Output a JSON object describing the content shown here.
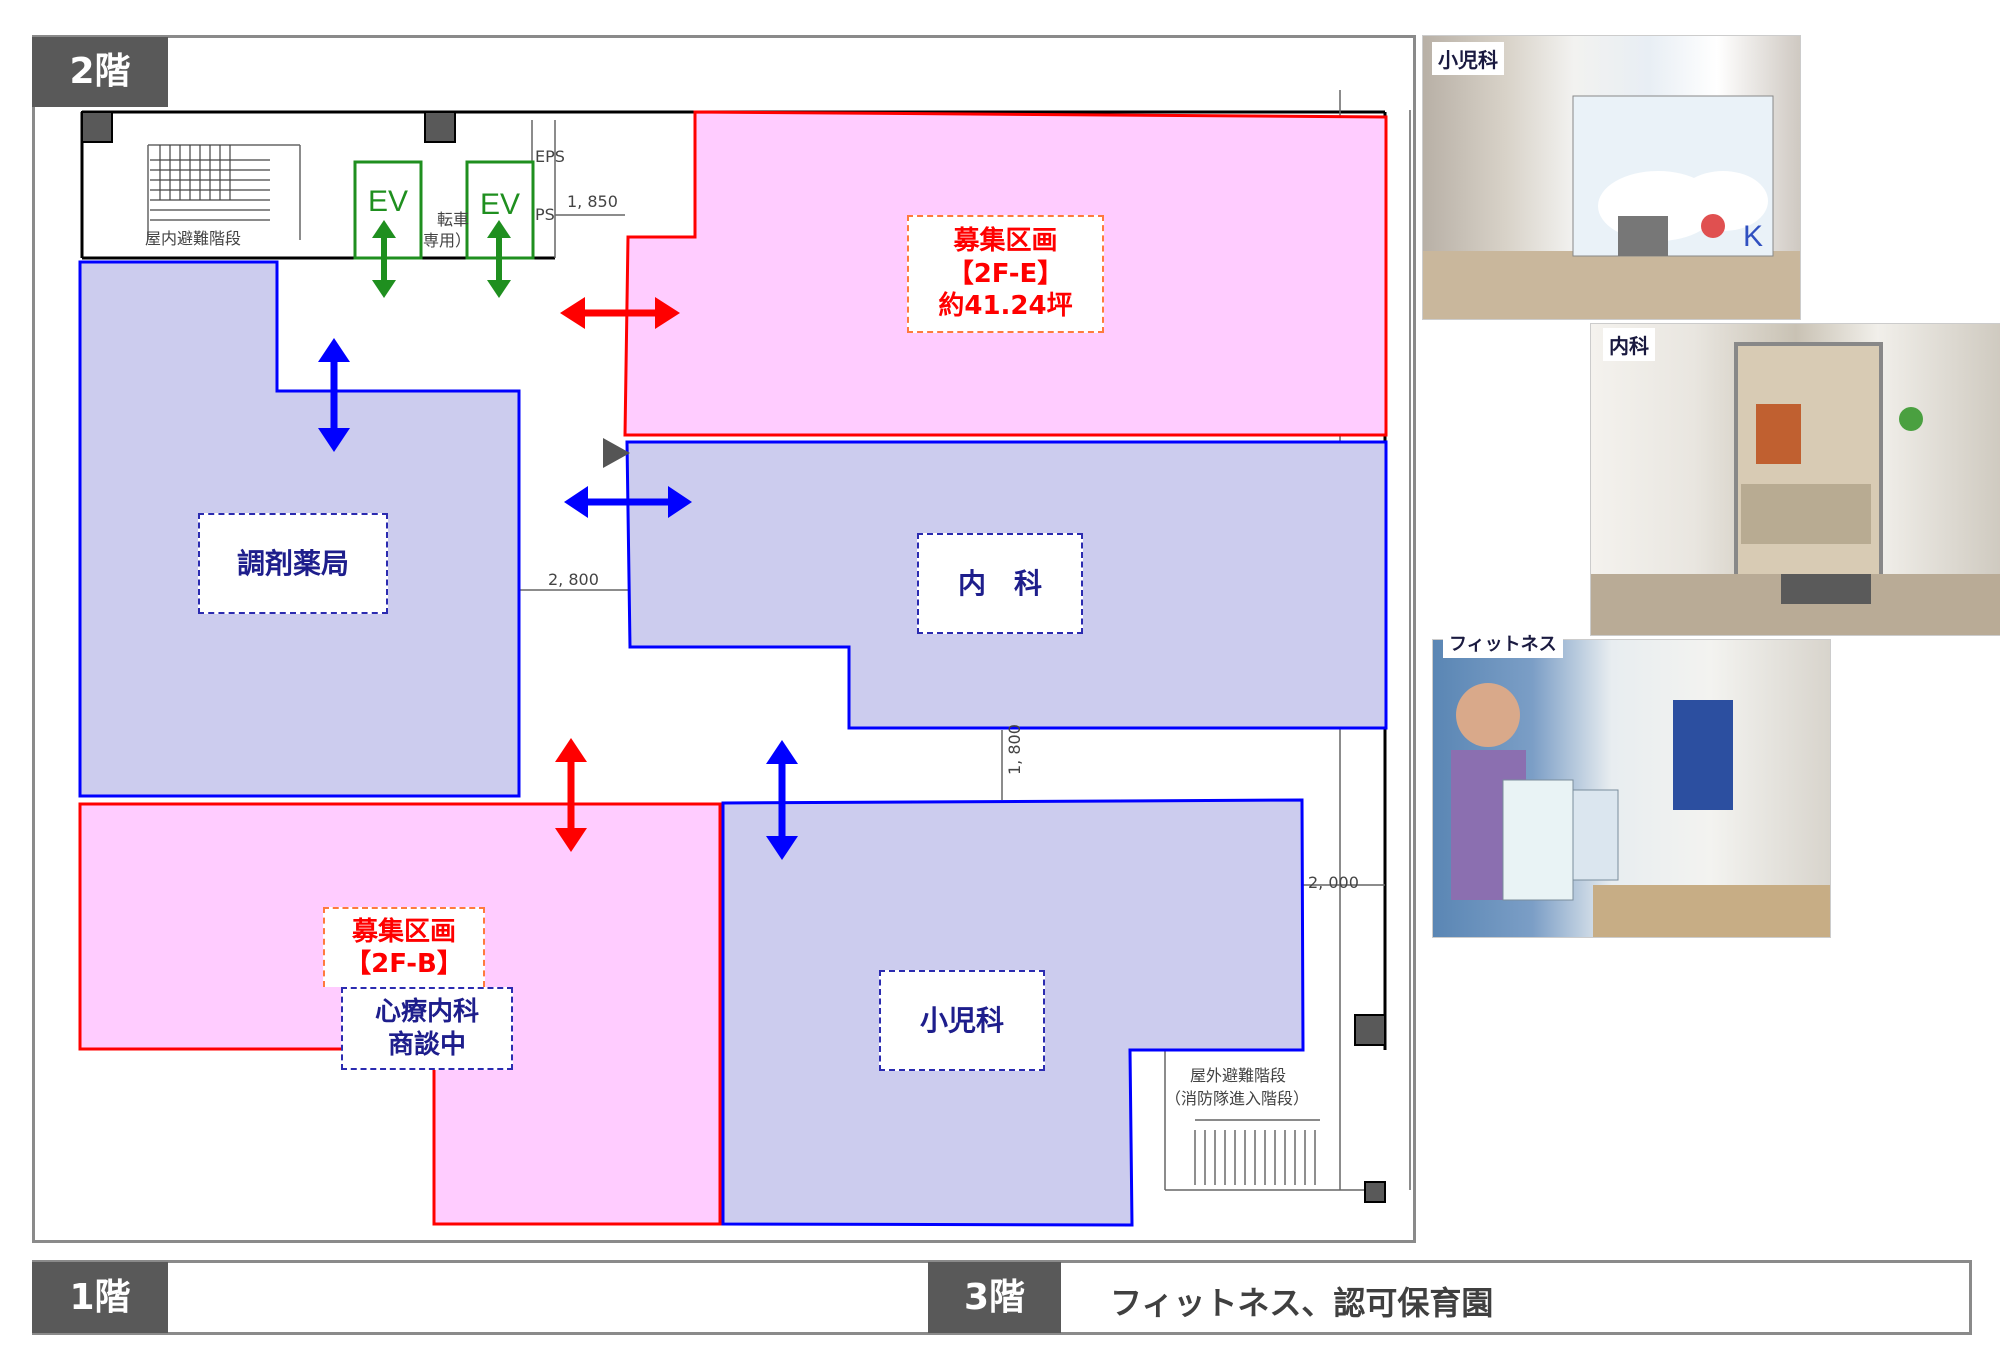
{
  "floor2_tag": "2階",
  "rooms": {
    "recruit_e": {
      "line1": "募集区画",
      "line2": "【2F-E】",
      "line3": "約41.24坪"
    },
    "recruit_b": {
      "line1": "募集区画",
      "line2": "【2F-B】"
    },
    "psychosomatic": {
      "line1": "心療内科",
      "line2": "商談中"
    },
    "pharmacy": "調剤薬局",
    "internal_medicine": "内　科",
    "pediatrics": "小児科",
    "elevator": "EV"
  },
  "plan_annotations": {
    "indoor_stairs": "屋内避難階段",
    "bicycle": "転車",
    "bicycle_paren": "専用）",
    "eps": "EPS",
    "ps": "PS",
    "dim_1850": "1, 850",
    "dim_2800": "2, 800",
    "dim_1800": "1, 800",
    "dim_2000": "2, 000",
    "outdoor_stairs": "屋外避難階段",
    "fire_entry": "（消防隊進入階段）"
  },
  "photos": {
    "pediatrics": "小児科",
    "internal_medicine": "内科",
    "fitness": "フィットネス"
  },
  "bottom": {
    "floor1_tag": "1階",
    "floor1_text": "",
    "floor3_tag": "3階",
    "floor3_text": "フィットネス、認可保育園"
  },
  "colors": {
    "recruit_fill": "#ffccff",
    "recruit_stroke": "#ff0000",
    "tenant_fill": "#ccccee",
    "tenant_stroke": "#0000ff",
    "ev_green": "#1f8f1f",
    "tag_gray": "#595959"
  }
}
